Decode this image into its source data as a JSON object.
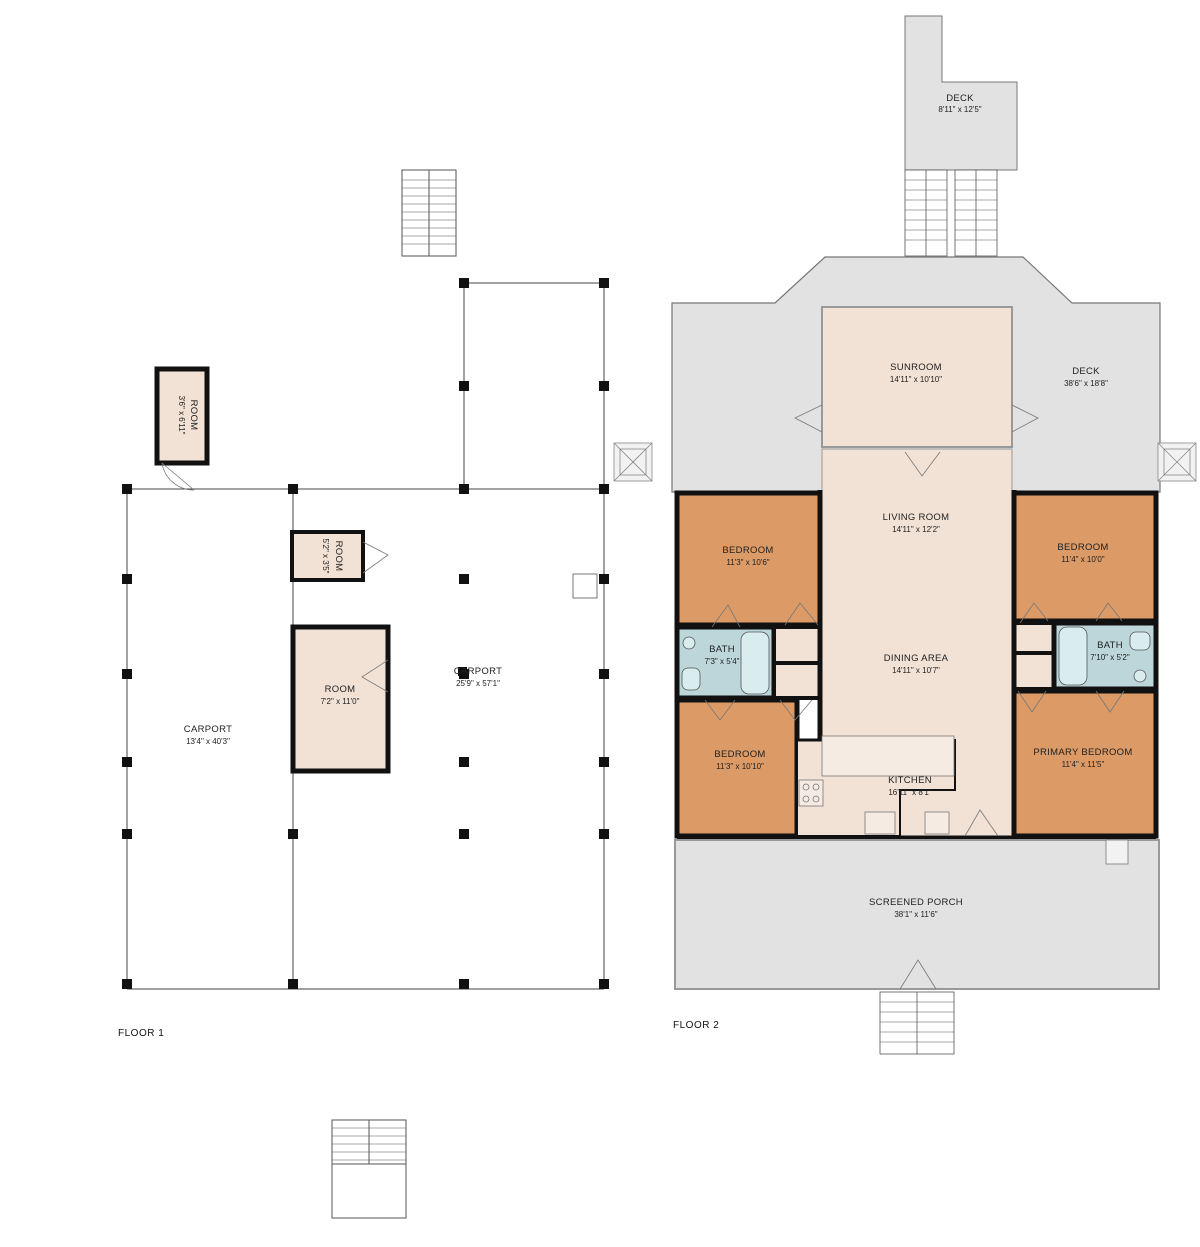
{
  "floors": {
    "floor1": {
      "label": "FLOOR 1",
      "rooms": {
        "room_small_rotated": {
          "name": "ROOM",
          "dim": "3'6\" x 6'11\""
        },
        "room_tiny_rotated": {
          "name": "ROOM",
          "dim": "5'2\" x 3'5\""
        },
        "room_center": {
          "name": "ROOM",
          "dim": "7'2\" x 11'0\""
        },
        "carport_left": {
          "name": "CARPORT",
          "dim": "13'4\" x 40'3\""
        },
        "carport_main": {
          "name": "CARPORT",
          "dim": "25'9\" x 57'1\""
        }
      }
    },
    "floor2": {
      "label": "FLOOR 2",
      "rooms": {
        "deck_top": {
          "name": "DECK",
          "dim": "8'11\" x 12'5\""
        },
        "sunroom": {
          "name": "SUNROOM",
          "dim": "14'11\" x 10'10\""
        },
        "deck_main": {
          "name": "DECK",
          "dim": "38'6\" x 18'8\""
        },
        "living_room": {
          "name": "LIVING ROOM",
          "dim": "14'11\" x 12'2\""
        },
        "bedroom_nw": {
          "name": "BEDROOM",
          "dim": "11'3\" x 10'6\""
        },
        "bedroom_ne": {
          "name": "BEDROOM",
          "dim": "11'4\" x 10'0\""
        },
        "bath_west": {
          "name": "BATH",
          "dim": "7'3\" x 5'4\""
        },
        "bath_east": {
          "name": "BATH",
          "dim": "7'10\" x 5'2\""
        },
        "dining_area": {
          "name": "DINING AREA",
          "dim": "14'11\" x 10'7\""
        },
        "bedroom_sw": {
          "name": "BEDROOM",
          "dim": "11'3\" x 10'10\""
        },
        "primary_bedroom": {
          "name": "PRIMARY BEDROOM",
          "dim": "11'4\" x 11'5\""
        },
        "kitchen": {
          "name": "KITCHEN",
          "dim": "16'11\" x 8'1\""
        },
        "screened_porch": {
          "name": "SCREENED PORCH",
          "dim": "38'1\" x 11'6\""
        }
      }
    }
  },
  "colors": {
    "wall": "#111111",
    "outdoor_grey": "#e2e2e2",
    "interior_beige": "#f2e2d6",
    "bedroom_orange": "#db9a66",
    "bath_blue": "#bcd6da",
    "stair_line": "#555555"
  }
}
